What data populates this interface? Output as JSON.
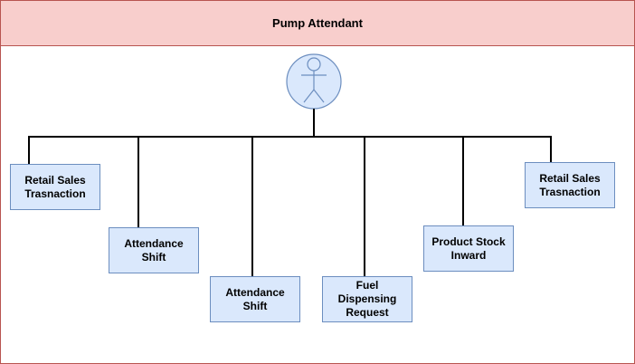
{
  "diagram": {
    "title": "Pump Attendant",
    "actor_icon": "stick-figure-actor-icon",
    "colors": {
      "header_fill": "#f8cecc",
      "header_border": "#b85450",
      "box_fill": "#dae8fc",
      "box_border": "#6c8ebf",
      "actor_fill": "#dae8fc",
      "actor_border": "#6c8ebf",
      "connector": "#000000"
    },
    "boxes": [
      {
        "label": "Retail Sales\nTrasnaction"
      },
      {
        "label": "Attendance\nShift"
      },
      {
        "label": "Attendance\nShift"
      },
      {
        "label": "Fuel\nDispensing\nRequest"
      },
      {
        "label": "Product Stock\nInward"
      },
      {
        "label": "Retail Sales\nTrasnaction"
      }
    ]
  }
}
